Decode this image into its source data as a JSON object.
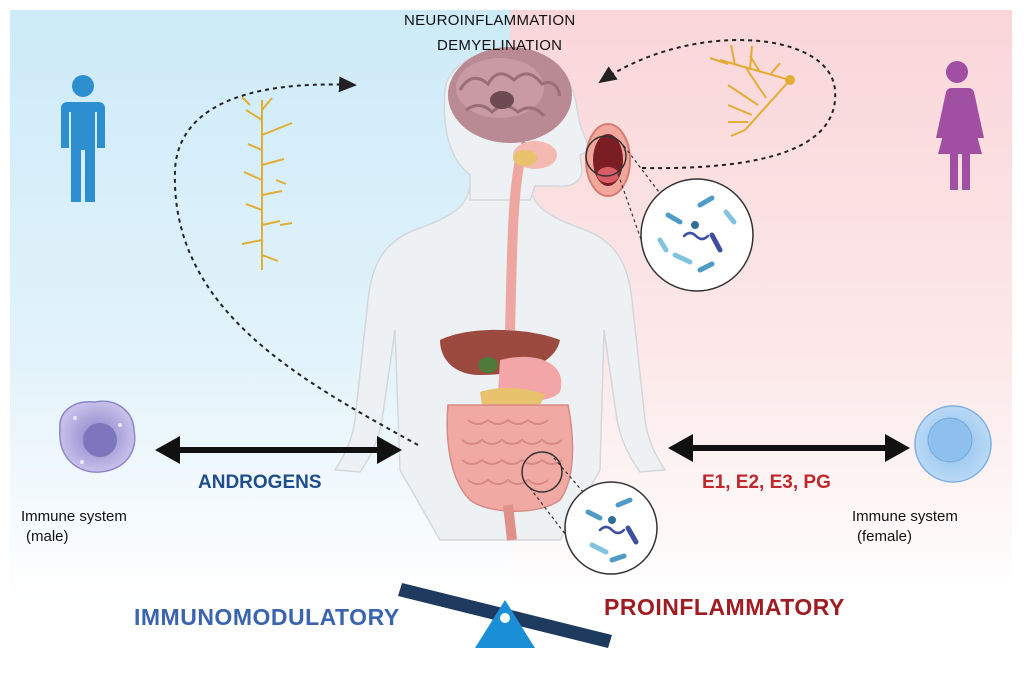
{
  "title": {
    "line1": "NEUROINFLAMMATION",
    "line2": "DEMYELINATION"
  },
  "left": {
    "hormone_label": "ANDROGENS",
    "immune_line1": "Immune system",
    "immune_line2": "(male)",
    "effect_label": "IMMUNOMODULATORY",
    "hormone_color": "#1f4e8c",
    "effect_color": "#3b64b0",
    "figure_color": "#2e8fd0",
    "background_color": "#d7eef9"
  },
  "right": {
    "hormone_label": "E1, E2, E3, PG",
    "immune_line1": "Immune system",
    "immune_line2": "(female)",
    "effect_label": "PROINFLAMMATORY",
    "hormone_color": "#c0282c",
    "effect_color": "#9e1c22",
    "figure_color": "#a14fa3",
    "background_color": "#fbdfe1"
  },
  "icons": {
    "male": "male-person-icon",
    "female": "female-person-icon",
    "left_cell": "macrophage-cell-icon",
    "right_cell": "lymphocyte-cell-icon",
    "seesaw": "balance-scale-icon",
    "brain": "brain-icon",
    "mouth": "open-mouth-icon",
    "microbiota": "bacteria-icon",
    "nerve": "neuron-icon"
  }
}
